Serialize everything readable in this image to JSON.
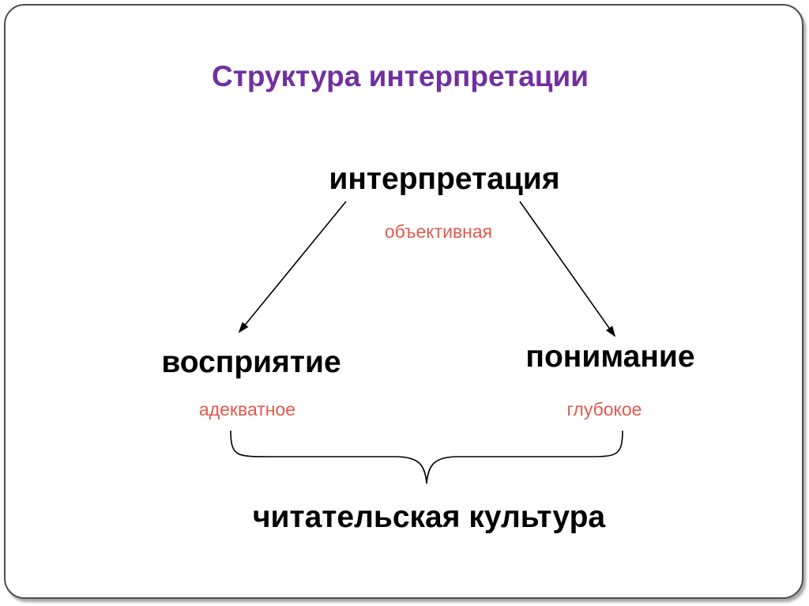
{
  "slide": {
    "title": "Структура интерпретации"
  },
  "diagram": {
    "top_node": {
      "label": "интерпретация",
      "qualifier": "объективная"
    },
    "left_node": {
      "label": "восприятие",
      "qualifier": "адекватное"
    },
    "right_node": {
      "label": "понимание",
      "qualifier": "глубокое"
    },
    "bottom_node": {
      "label": "читательская культура"
    }
  },
  "colors": {
    "title": "#7030a0",
    "qualifier": "#e05a4e",
    "node_text": "#000000"
  }
}
